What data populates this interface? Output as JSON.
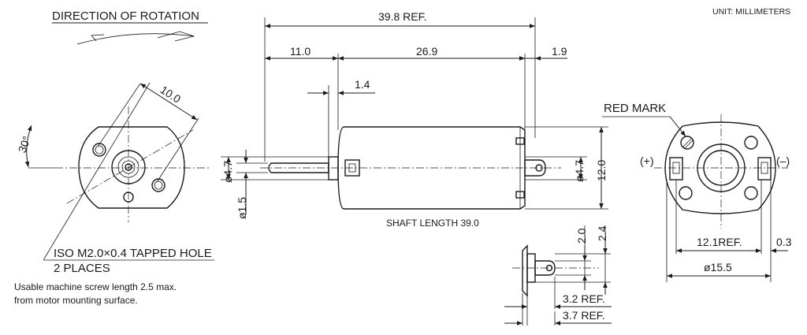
{
  "header": {
    "rotation_title": "DIRECTION OF ROTATION",
    "units": "UNIT: MILLIMETERS"
  },
  "dimensions": {
    "overall": "39.8 REF.",
    "left_len": "11.0",
    "body_len": "26.9",
    "rear_len": "1.9",
    "boss": "1.4",
    "shaft_dia": "ø4.7",
    "shaft_small": "ø1.5",
    "rear_dia": "ø4.7",
    "body_height": "12.0",
    "hole_spacing": "10.0",
    "angle": "30°",
    "terminal_a": "2.0",
    "terminal_b": "2.4",
    "ref_32": "3.2 REF.",
    "ref_37": "3.7 REF.",
    "width_ref": "12.1REF.",
    "edge": "0.3",
    "body_dia": "ø15.5"
  },
  "labels": {
    "shaft_length": "SHAFT LENGTH  39.0",
    "red_mark": "RED MARK",
    "plus": "(+)",
    "minus": "(–)"
  },
  "notes": {
    "tapped_hole": "ISO M2.0×0.4 TAPPED HOLE",
    "places": "2 PLACES",
    "usable_1": "Usable machine screw length 2.5 max.",
    "usable_2": "from motor mounting surface."
  }
}
